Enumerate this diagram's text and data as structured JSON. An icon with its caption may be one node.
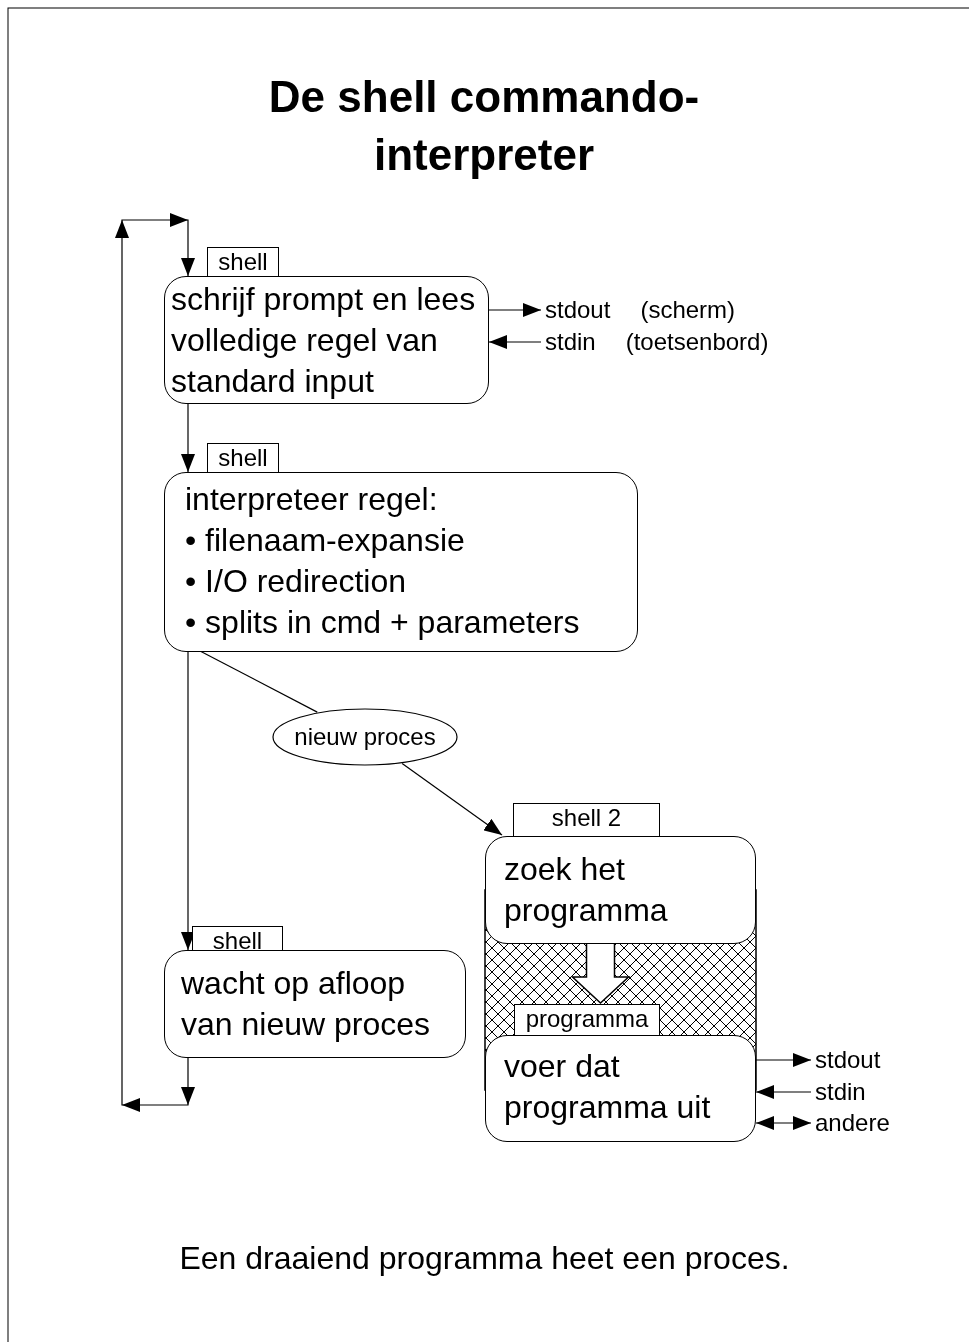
{
  "diagram": {
    "title": "De shell commando-interpreter",
    "caption": "Een draaiend programma heet een proces.",
    "nodes": [
      {
        "text": [
          "schrijf prompt en lees volledige regel van standard input"
        ],
        "beside": [
          "shell"
        ]
      },
      {
        "text": [
          "interpreteer regel:",
          "• filenaam-expansie",
          "• I/O redirection",
          "• splits in cmd + parameters"
        ],
        "beside": [
          "shell"
        ]
      },
      {
        "text": [
          "nieuw proces"
        ]
      },
      {
        "text": [
          "zoek het programma"
        ],
        "beside": [
          "shell 2"
        ]
      },
      {
        "text": [
          "voer dat programma uit"
        ],
        "beside": [
          "programma"
        ]
      },
      {
        "text": [
          "wacht op afloop van nieuw proces"
        ],
        "beside": [
          "shell"
        ]
      },
      {
        "text": [
          "stdout",
          "(scherm)"
        ]
      },
      {
        "text": [
          "stdin",
          "(toetsenbord)"
        ]
      },
      {
        "text": [
          "stdout"
        ]
      },
      {
        "text": [
          "stdin"
        ]
      },
      {
        "text": [
          "andere"
        ]
      }
    ],
    "edges": [
      {
        "from": 0,
        "to": 1,
        "arrow": "to"
      },
      {
        "from": 1,
        "to": 2,
        "arrow": "none"
      },
      {
        "from": 2,
        "to": 3,
        "arrow": "to"
      },
      {
        "from": 1,
        "to": 5,
        "arrow": "to"
      },
      {
        "from": 5,
        "to": 0,
        "arrow": "to"
      },
      {
        "from": 3,
        "to": 4,
        "arrow": "to",
        "style": "thick"
      },
      {
        "from": 0,
        "to": 6,
        "arrow": "to"
      },
      {
        "from": 7,
        "to": 0,
        "arrow": "to"
      },
      {
        "from": 4,
        "to": 8,
        "arrow": "to"
      },
      {
        "from": 9,
        "to": 4,
        "arrow": "to"
      },
      {
        "from": 4,
        "to": 10,
        "arrow": "both"
      }
    ]
  }
}
